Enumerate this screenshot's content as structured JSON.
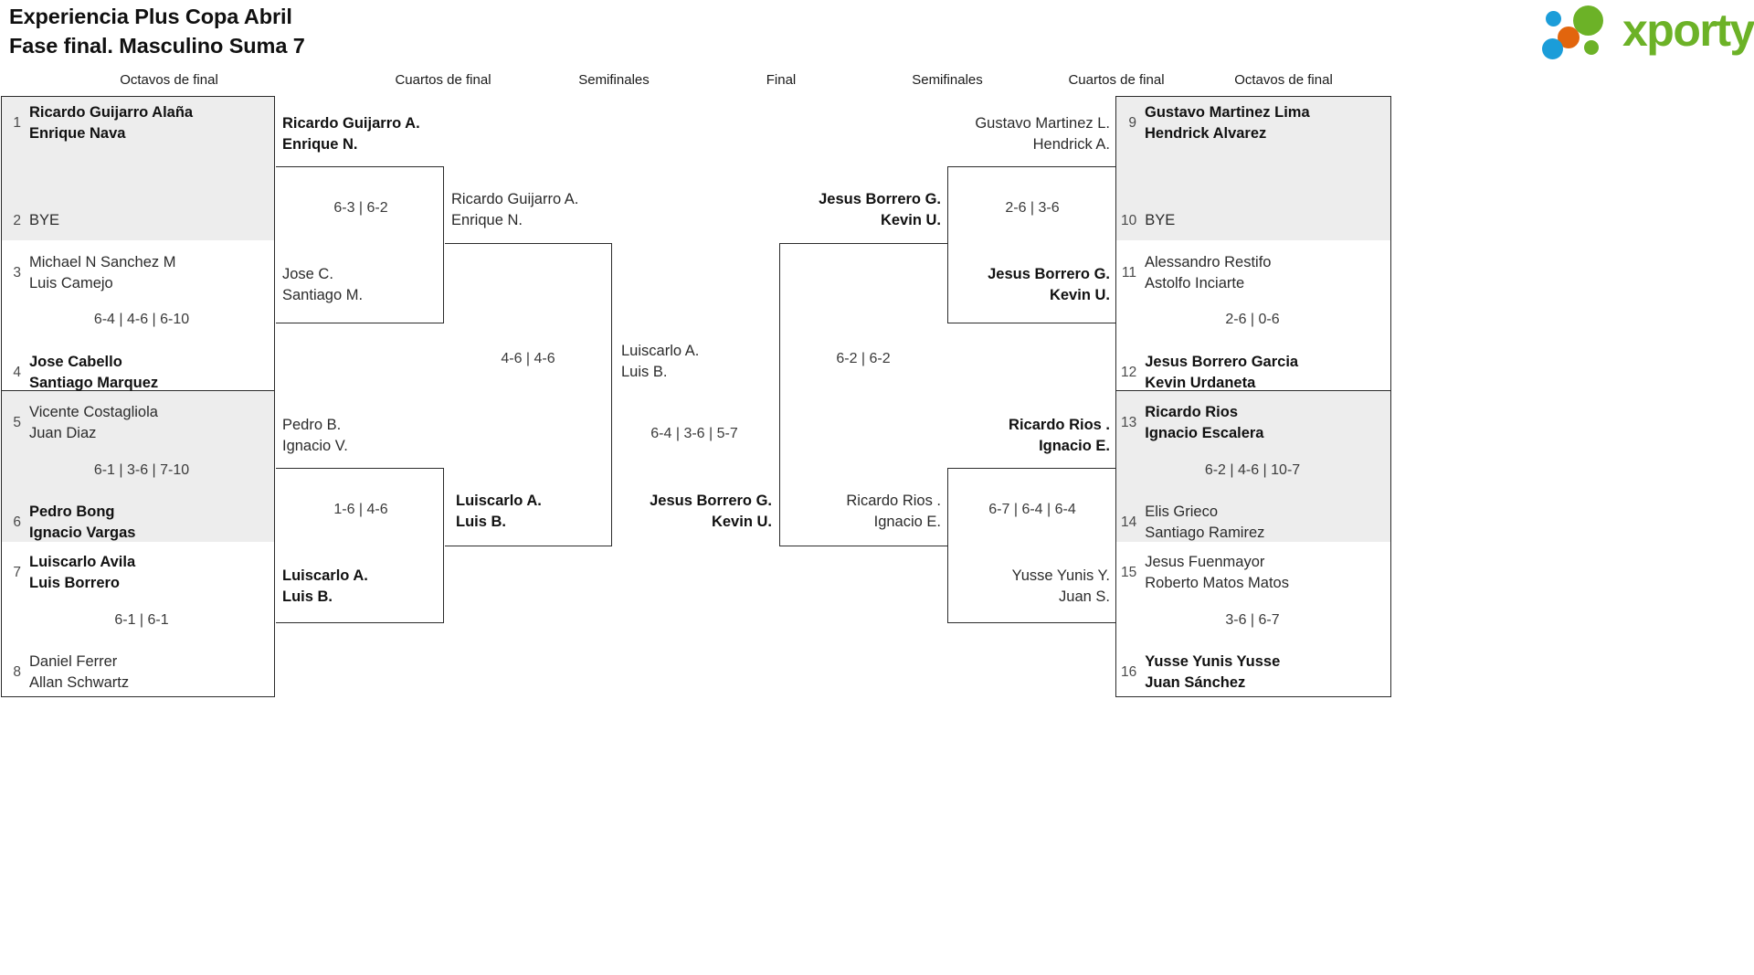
{
  "header": {
    "title_line1": "Experiencia Plus Copa Abril",
    "title_line2": "Fase final. Masculino Suma 7",
    "logo_word": "xporty",
    "logo_colors": {
      "green": "#6cb227",
      "blue": "#1b9dd9",
      "orange": "#e2650d"
    }
  },
  "round_labels": {
    "left_r16": "Octavos de final",
    "left_qf": "Cuartos de final",
    "left_sf": "Semifinales",
    "final": "Final",
    "right_sf": "Semifinales",
    "right_qf": "Cuartos de final",
    "right_r16": "Octavos de final"
  },
  "left_r16": [
    {
      "seed": "1",
      "line1": "Ricardo Guijarro Alaña",
      "line2": "Enrique Nava",
      "winner": true
    },
    {
      "seed": "2",
      "line1": "BYE",
      "line2": "",
      "winner": false
    },
    {
      "seed": "3",
      "line1": "Michael N Sanchez M",
      "line2": "Luis Camejo",
      "winner": false
    },
    {
      "seed": "4",
      "line1": "Jose Cabello",
      "line2": "Santiago Marquez",
      "winner": true
    },
    {
      "seed": "5",
      "line1": "Vicente Costagliola",
      "line2": "Juan Diaz",
      "winner": false
    },
    {
      "seed": "6",
      "line1": "Pedro Bong",
      "line2": "Ignacio Vargas",
      "winner": true
    },
    {
      "seed": "7",
      "line1": "Luiscarlo Avila",
      "line2": "Luis Borrero",
      "winner": true
    },
    {
      "seed": "8",
      "line1": "Daniel Ferrer",
      "line2": "Allan Schwartz",
      "winner": false
    }
  ],
  "left_r16_scores": [
    "",
    "6-4 | 4-6 | 6-10",
    "6-1 | 3-6 | 7-10",
    "6-1 | 6-1"
  ],
  "left_qf": [
    {
      "line1": "Ricardo Guijarro A.",
      "line2": "Enrique N.",
      "winner": true
    },
    {
      "line1": "Jose C.",
      "line2": "Santiago M.",
      "winner": false
    },
    {
      "line1": "Pedro B.",
      "line2": "Ignacio V.",
      "winner": false
    },
    {
      "line1": "Luiscarlo A.",
      "line2": "Luis B.",
      "winner": true
    }
  ],
  "left_qf_scores": [
    "6-3 | 6-2",
    "1-6 | 4-6"
  ],
  "left_sf": [
    {
      "line1": "Ricardo Guijarro A.",
      "line2": "Enrique N.",
      "winner": false
    },
    {
      "line1": "Luiscarlo A.",
      "line2": "Luis B.",
      "winner": true
    }
  ],
  "left_sf_score": "4-6 | 4-6",
  "final": {
    "left_finalist": {
      "line1": "Luiscarlo A.",
      "line2": "Luis B.",
      "winner": false
    },
    "right_finalist": {
      "line1": "Jesus Borrero G.",
      "line2": "Kevin U.",
      "winner": true
    },
    "score": "6-4 | 3-6 | 5-7"
  },
  "right_sf": [
    {
      "line1": "Jesus Borrero G.",
      "line2": "Kevin U.",
      "winner": true
    },
    {
      "line1": "Ricardo Rios .",
      "line2": "Ignacio E.",
      "winner": false
    }
  ],
  "right_sf_score": "6-2 | 6-2",
  "right_qf": [
    {
      "line1": "Gustavo Martinez L.",
      "line2": "Hendrick A.",
      "winner": false
    },
    {
      "line1": "Jesus Borrero G.",
      "line2": "Kevin U.",
      "winner": true
    },
    {
      "line1": "Ricardo Rios .",
      "line2": "Ignacio E.",
      "winner": true
    },
    {
      "line1": "Yusse Yunis Y.",
      "line2": "Juan S.",
      "winner": false
    }
  ],
  "right_qf_scores": [
    "2-6 | 3-6",
    "6-7 | 6-4 | 6-4"
  ],
  "right_r16": [
    {
      "seed": "9",
      "line1": "Gustavo Martinez Lima",
      "line2": "Hendrick Alvarez",
      "winner": true
    },
    {
      "seed": "10",
      "line1": "BYE",
      "line2": "",
      "winner": false
    },
    {
      "seed": "11",
      "line1": "Alessandro Restifo",
      "line2": "Astolfo Inciarte",
      "winner": false
    },
    {
      "seed": "12",
      "line1": "Jesus Borrero Garcia",
      "line2": "Kevin Urdaneta",
      "winner": true
    },
    {
      "seed": "13",
      "line1": "Ricardo Rios",
      "line2": "Ignacio Escalera",
      "winner": true
    },
    {
      "seed": "14",
      "line1": "Elis Grieco",
      "line2": "Santiago Ramirez",
      "winner": false
    },
    {
      "seed": "15",
      "line1": "Jesus Fuenmayor",
      "line2": "Roberto Matos Matos",
      "winner": false
    },
    {
      "seed": "16",
      "line1": "Yusse Yunis Yusse",
      "line2": "Juan Sánchez",
      "winner": true
    }
  ],
  "right_r16_scores": [
    "",
    "2-6 | 0-6",
    "6-2 | 4-6 | 10-7",
    "3-6 | 6-7"
  ]
}
